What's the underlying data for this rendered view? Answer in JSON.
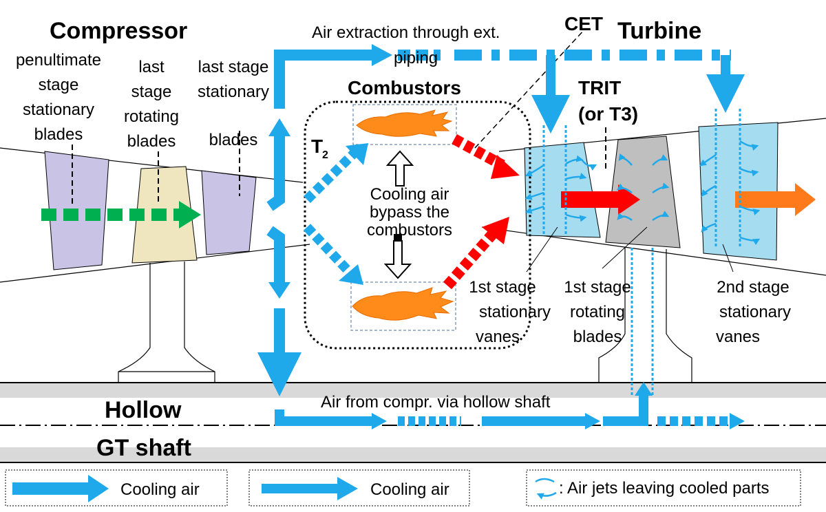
{
  "labels": {
    "compressor": "Compressor",
    "turbine": "Turbine",
    "combustors": "Combustors",
    "cet": "CET",
    "trit_line1": "TRIT",
    "trit_line2": "(or T3)",
    "t2_main": "T",
    "t2_sub": "2",
    "hollow": "Hollow",
    "gt_shaft": "GT shaft",
    "air_extraction_line1": "Air extraction through ext.",
    "air_extraction_line2": "piping",
    "air_from_compr": "Air from compr. via hollow shaft",
    "bypass_line1": "Cooling air",
    "bypass_line2": "bypass the",
    "bypass_line3": "combustors",
    "penultimate": [
      "penultimate",
      "stage",
      "stationary",
      "blades"
    ],
    "last_rotating": [
      "last",
      "stage",
      "rotating",
      "blades"
    ],
    "last_stationary": [
      "last stage",
      "stationary",
      "blades"
    ],
    "first_stationary": [
      "1st stage",
      "stationary",
      "vanes"
    ],
    "first_rotating": [
      "1st stage",
      "rotating",
      "blades"
    ],
    "second_stationary": [
      "2nd stage",
      "stationary",
      "vanes"
    ]
  },
  "legend": {
    "item1": "Cooling air",
    "item2": "Cooling air",
    "item3": ": Air jets leaving cooled parts"
  },
  "colors": {
    "cooling_air": "#1fa9ea",
    "hot_gas": "#ff0000",
    "exhaust": "#ff7a1a",
    "compressor_flow": "#00b050",
    "stator_blade": "#c9c3e6",
    "rotor_blade": "#efe6bf",
    "turbine_vane": "#a6dcf0",
    "turbine_rotor": "#bfbfbf",
    "shaft_band": "#d9d9d9",
    "flame": "#ff8c1a"
  }
}
